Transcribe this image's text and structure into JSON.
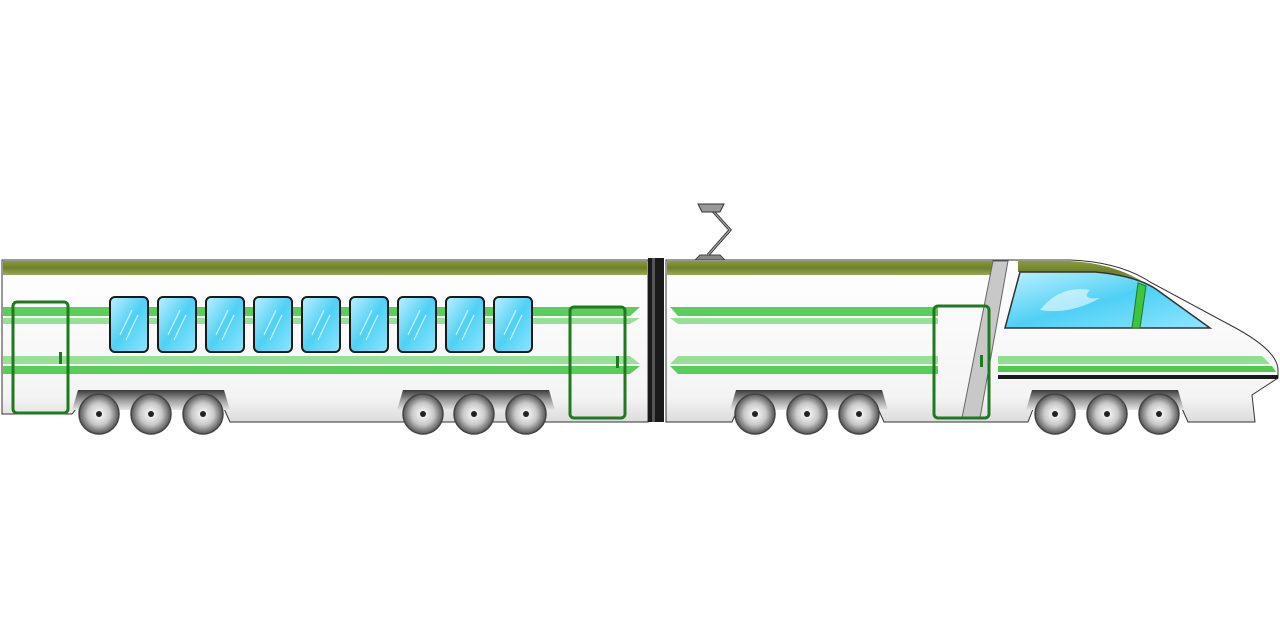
{
  "colors": {
    "background": "#ffffff",
    "body": "#ffffff",
    "roof_stripe": "#6f7f2a",
    "green_stripe": "#3ec43e",
    "light_green_stripe": "#7fd87f",
    "door_outline": "#1f7a1f",
    "window_fill": "#4fd0f5",
    "window_outline": "#1a1a1a",
    "coupler": "#1a1a1a",
    "wheel": "#8a8a8a",
    "bogie": "#555555"
  },
  "train": {
    "rear_car": {
      "windows": 9,
      "doors": 2,
      "bogies": 2,
      "wheels_per_bogie": 3
    },
    "power_car": {
      "doors": 1,
      "bogies": 2,
      "wheels_per_bogie": 3,
      "pantograph": true
    }
  }
}
